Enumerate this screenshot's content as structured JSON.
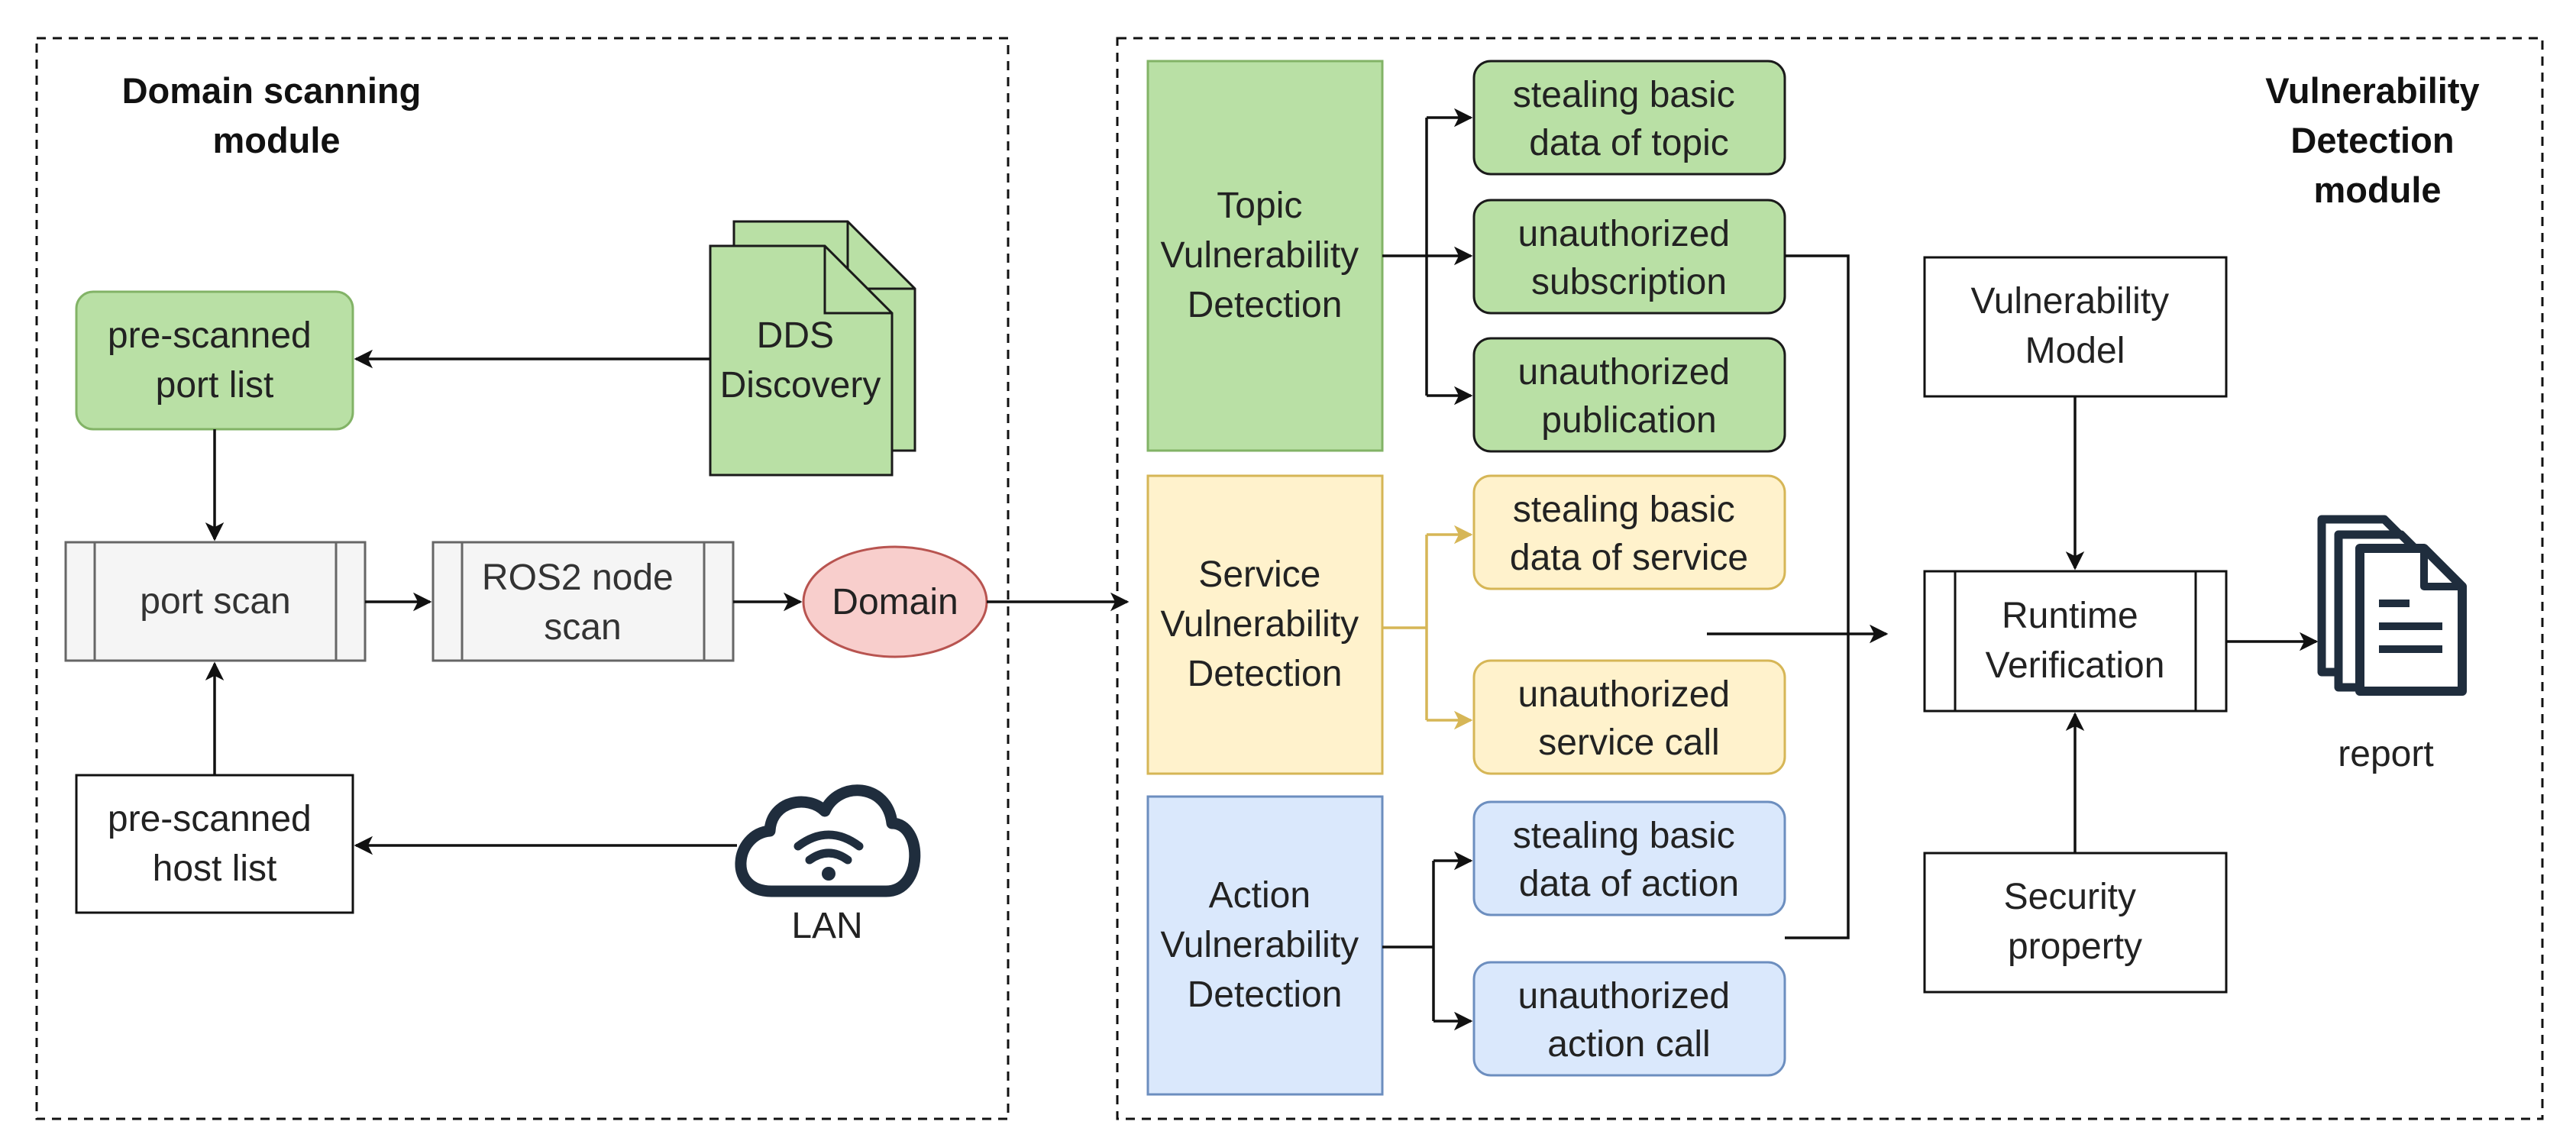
{
  "modules": {
    "domain_scanning": {
      "title_line1": "Domain scanning",
      "title_line2": "module"
    },
    "vulnerability_detection": {
      "title_line1": "Vulnerability",
      "title_line2": "Detection",
      "title_line3": "module"
    }
  },
  "nodes": {
    "pre_scanned_port_list": {
      "line1": "pre-scanned",
      "line2": "port list"
    },
    "dds_discovery": {
      "line1": "DDS",
      "line2": "Discovery"
    },
    "port_scan": {
      "line1": "port scan"
    },
    "ros2_node_scan": {
      "line1": "ROS2 node",
      "line2": "scan"
    },
    "domain": {
      "line1": "Domain"
    },
    "pre_scanned_host_list": {
      "line1": "pre-scanned",
      "line2": "host list"
    },
    "lan": {
      "line1": "LAN"
    },
    "topic_vuln": {
      "line1": "Topic",
      "line2": "Vulnerability",
      "line3": "Detection"
    },
    "service_vuln": {
      "line1": "Service",
      "line2": "Vulnerability",
      "line3": "Detection"
    },
    "action_vuln": {
      "line1": "Action",
      "line2": "Vulnerability",
      "line3": "Detection"
    },
    "steal_topic": {
      "line1": "stealing basic",
      "line2": "data of topic"
    },
    "unauth_subscription": {
      "line1": "unauthorized",
      "line2": "subscription"
    },
    "unauth_publication": {
      "line1": "unauthorized",
      "line2": "publication"
    },
    "steal_service": {
      "line1": "stealing basic",
      "line2": "data of service"
    },
    "unauth_service_call": {
      "line1": "unauthorized",
      "line2": "service call"
    },
    "steal_action": {
      "line1": "stealing basic",
      "line2": "data of action"
    },
    "unauth_action_call": {
      "line1": "unauthorized",
      "line2": "action call"
    },
    "vulnerability_model": {
      "line1": "Vulnerability",
      "line2": "Model"
    },
    "runtime_verification": {
      "line1": "Runtime",
      "line2": "Verification"
    },
    "security_property": {
      "line1": "Security",
      "line2": "property"
    },
    "report": {
      "line1": "report"
    }
  },
  "icons": {
    "documents": "stacked-documents-icon",
    "cloud": "cloud-wifi-icon",
    "report": "report-documents-icon"
  },
  "colors": {
    "green_fill": "#b9e0a5",
    "green_stroke": "#82b366",
    "yellow_fill": "#fff2cc",
    "yellow_stroke": "#d6b656",
    "blue_fill": "#dae8fc",
    "blue_stroke": "#6c8ebf",
    "red_fill": "#f8cecc",
    "red_stroke": "#b85450",
    "gray_fill": "#f5f5f5",
    "gray_stroke": "#666666",
    "icon_dark": "#1f2d3d"
  }
}
